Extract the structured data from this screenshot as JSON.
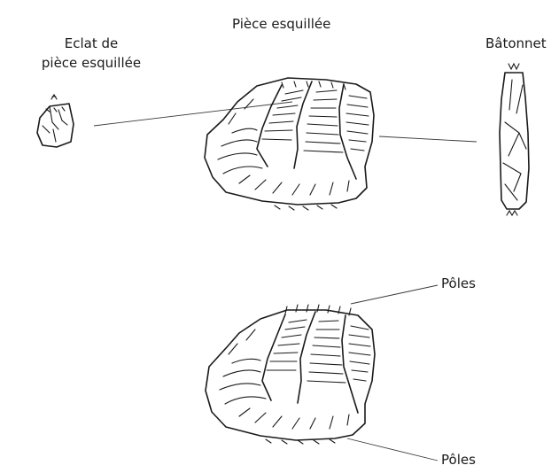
{
  "labels": {
    "piece_esquillee": "Pièce esquillée",
    "eclat_line1": "Eclat de",
    "eclat_line2": "pièce esquillée",
    "batonnet": "Bâtonnet",
    "poles_top": "Pôles",
    "poles_bottom": "Pôles"
  }
}
